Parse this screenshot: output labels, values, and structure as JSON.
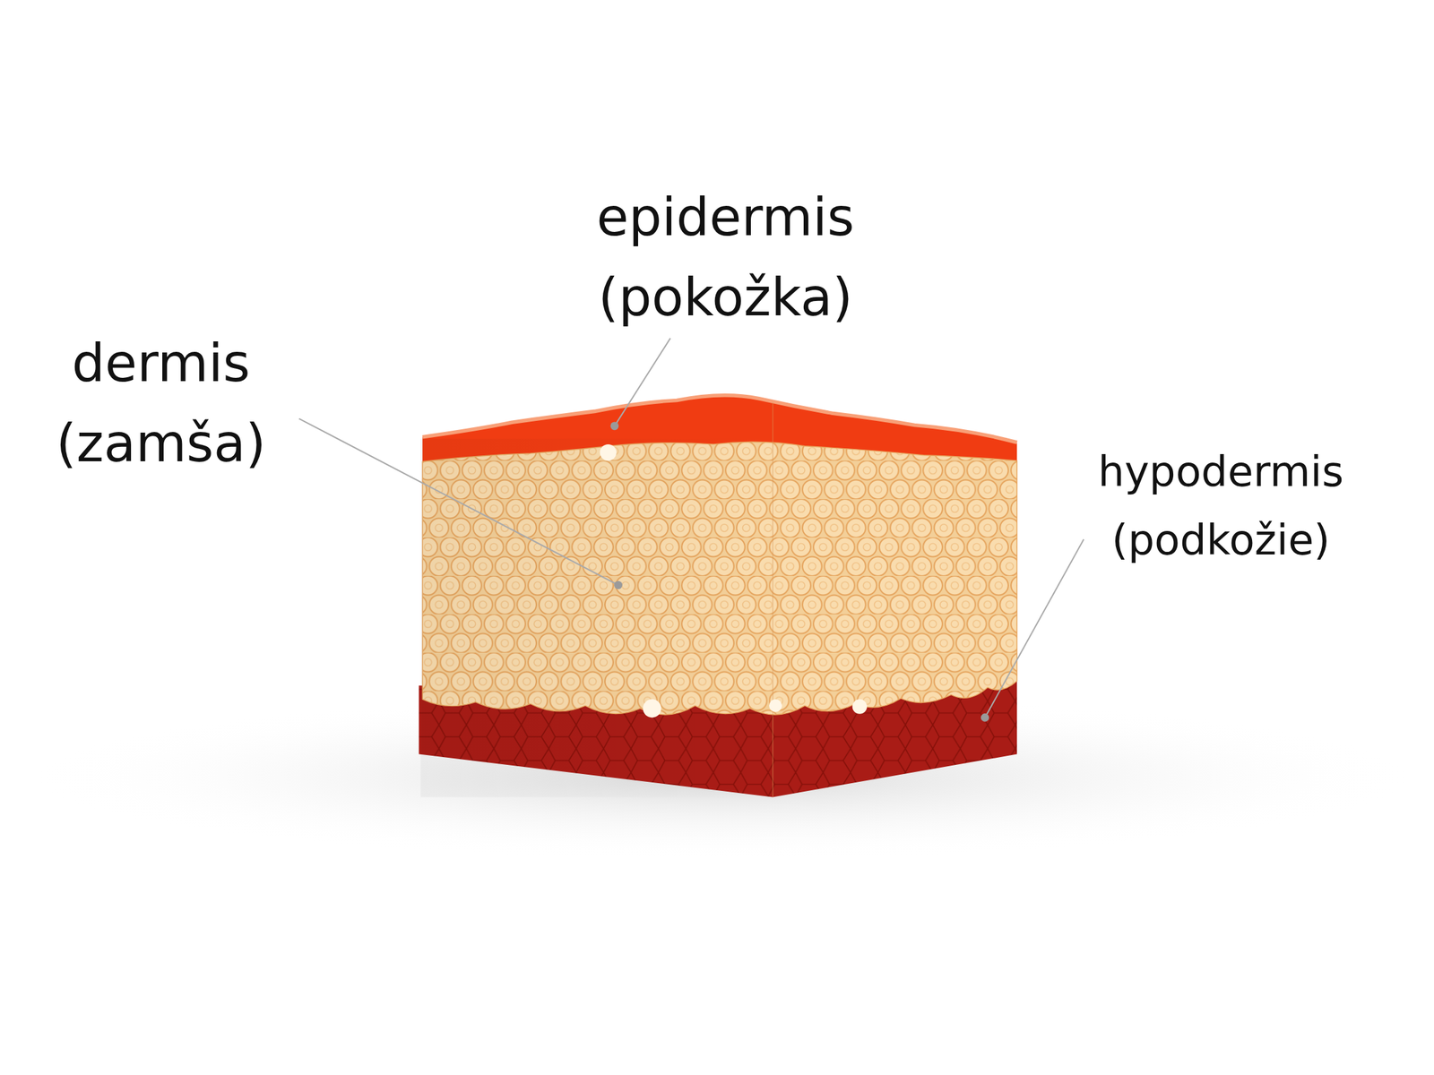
{
  "diagram": {
    "labels": [
      "epidermis (pokožka)",
      "dermis (zamša)",
      "hypodermis (podkožie)"
    ]
  }
}
